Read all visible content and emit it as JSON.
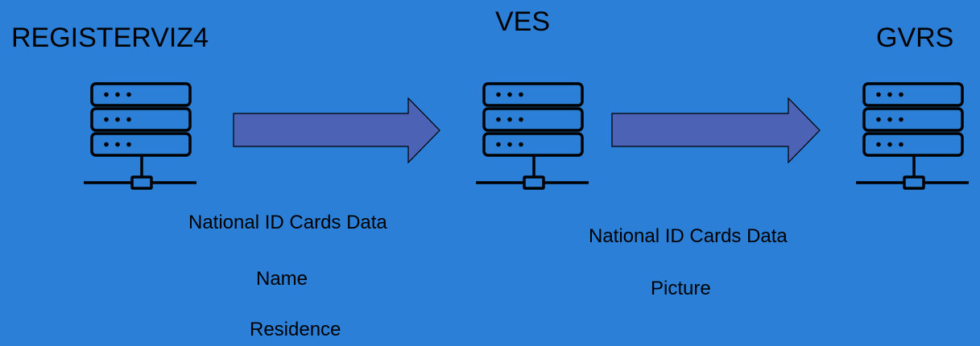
{
  "colors": {
    "background": "#2b7fd6",
    "arrow_fill": "#4c62b5",
    "outline": "#000000",
    "text": "#000000"
  },
  "nodes": [
    {
      "title": "REGISTERVIZ4",
      "icon": "server-network-icon"
    },
    {
      "title": "VES",
      "icon": "server-network-icon"
    },
    {
      "title": "GVRS",
      "icon": "server-network-icon"
    }
  ],
  "transfers": [
    {
      "from": "REGISTERVIZ4",
      "to": "VES",
      "heading": "National ID Cards Data",
      "fields": [
        "Name",
        "Residence"
      ]
    },
    {
      "from": "VES",
      "to": "GVRS",
      "heading": "National ID Cards Data",
      "fields": [
        "Picture"
      ]
    }
  ]
}
